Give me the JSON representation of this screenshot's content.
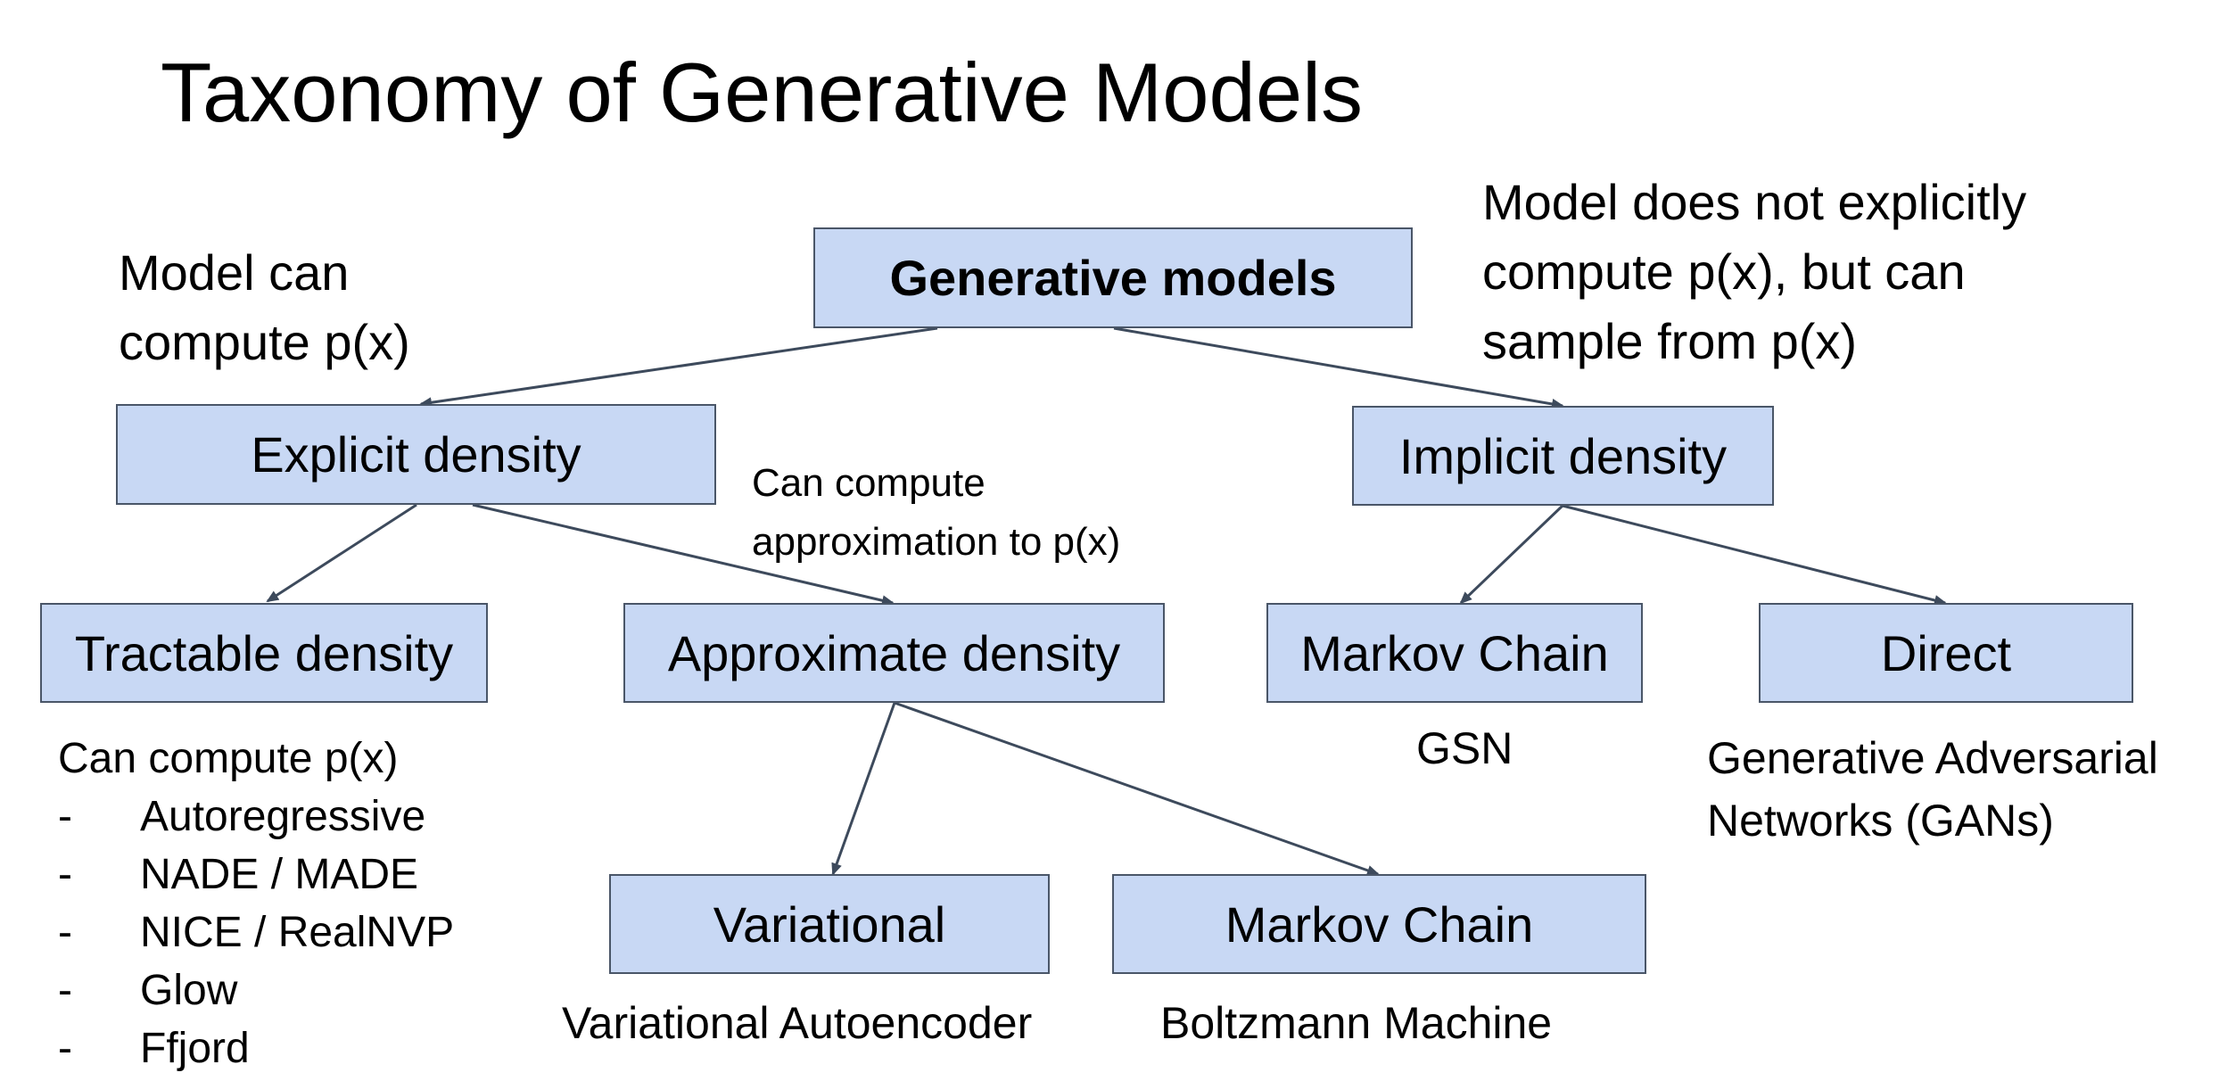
{
  "title": "Taxonomy of Generative Models",
  "nodes": {
    "root": "Generative models",
    "explicit": "Explicit density",
    "implicit": "Implicit density",
    "tractable": "Tractable density",
    "approximate": "Approximate density",
    "markov_implicit": "Markov Chain",
    "direct": "Direct",
    "variational": "Variational",
    "markov_approx": "Markov Chain"
  },
  "notes": {
    "explicit_line1": "Model can",
    "explicit_line2": "compute p(x)",
    "implicit_line1": "Model does not explicitly",
    "implicit_line2": "compute p(x), but can",
    "implicit_line3": "sample from p(x)",
    "approx_line1": "Can compute",
    "approx_line2": "approximation to p(x)"
  },
  "captions": {
    "gsn": "GSN",
    "gan_line1": "Generative Adversarial",
    "gan_line2": "Networks (GANs)",
    "vae": "Variational Autoencoder",
    "boltzmann": "Boltzmann Machine"
  },
  "tractable_list": {
    "heading": "Can compute p(x)",
    "bullet": "-",
    "items": [
      "Autoregressive",
      "NADE / MADE",
      "NICE / RealNVP",
      "Glow",
      "Ffjord"
    ]
  },
  "colors": {
    "box_fill": "#c8d8f4",
    "box_border": "#4a5668",
    "arrow": "#3d4a5c"
  }
}
